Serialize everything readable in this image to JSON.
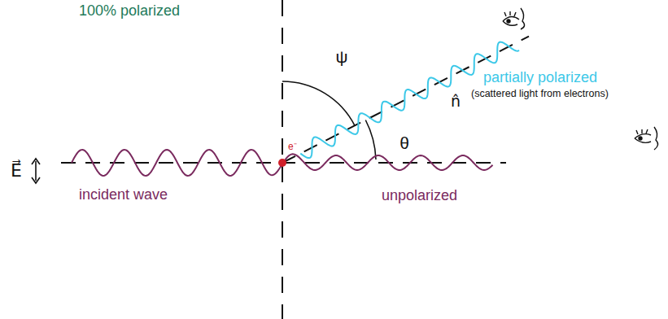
{
  "diagram": {
    "labels": [
      "100% polarized",
      "ψ",
      "θ",
      "E⃗",
      "e⁻",
      "incident wave",
      "unpolarized",
      "n̂",
      "partially polarized",
      "(scattered light from electrons)"
    ]
  }
}
